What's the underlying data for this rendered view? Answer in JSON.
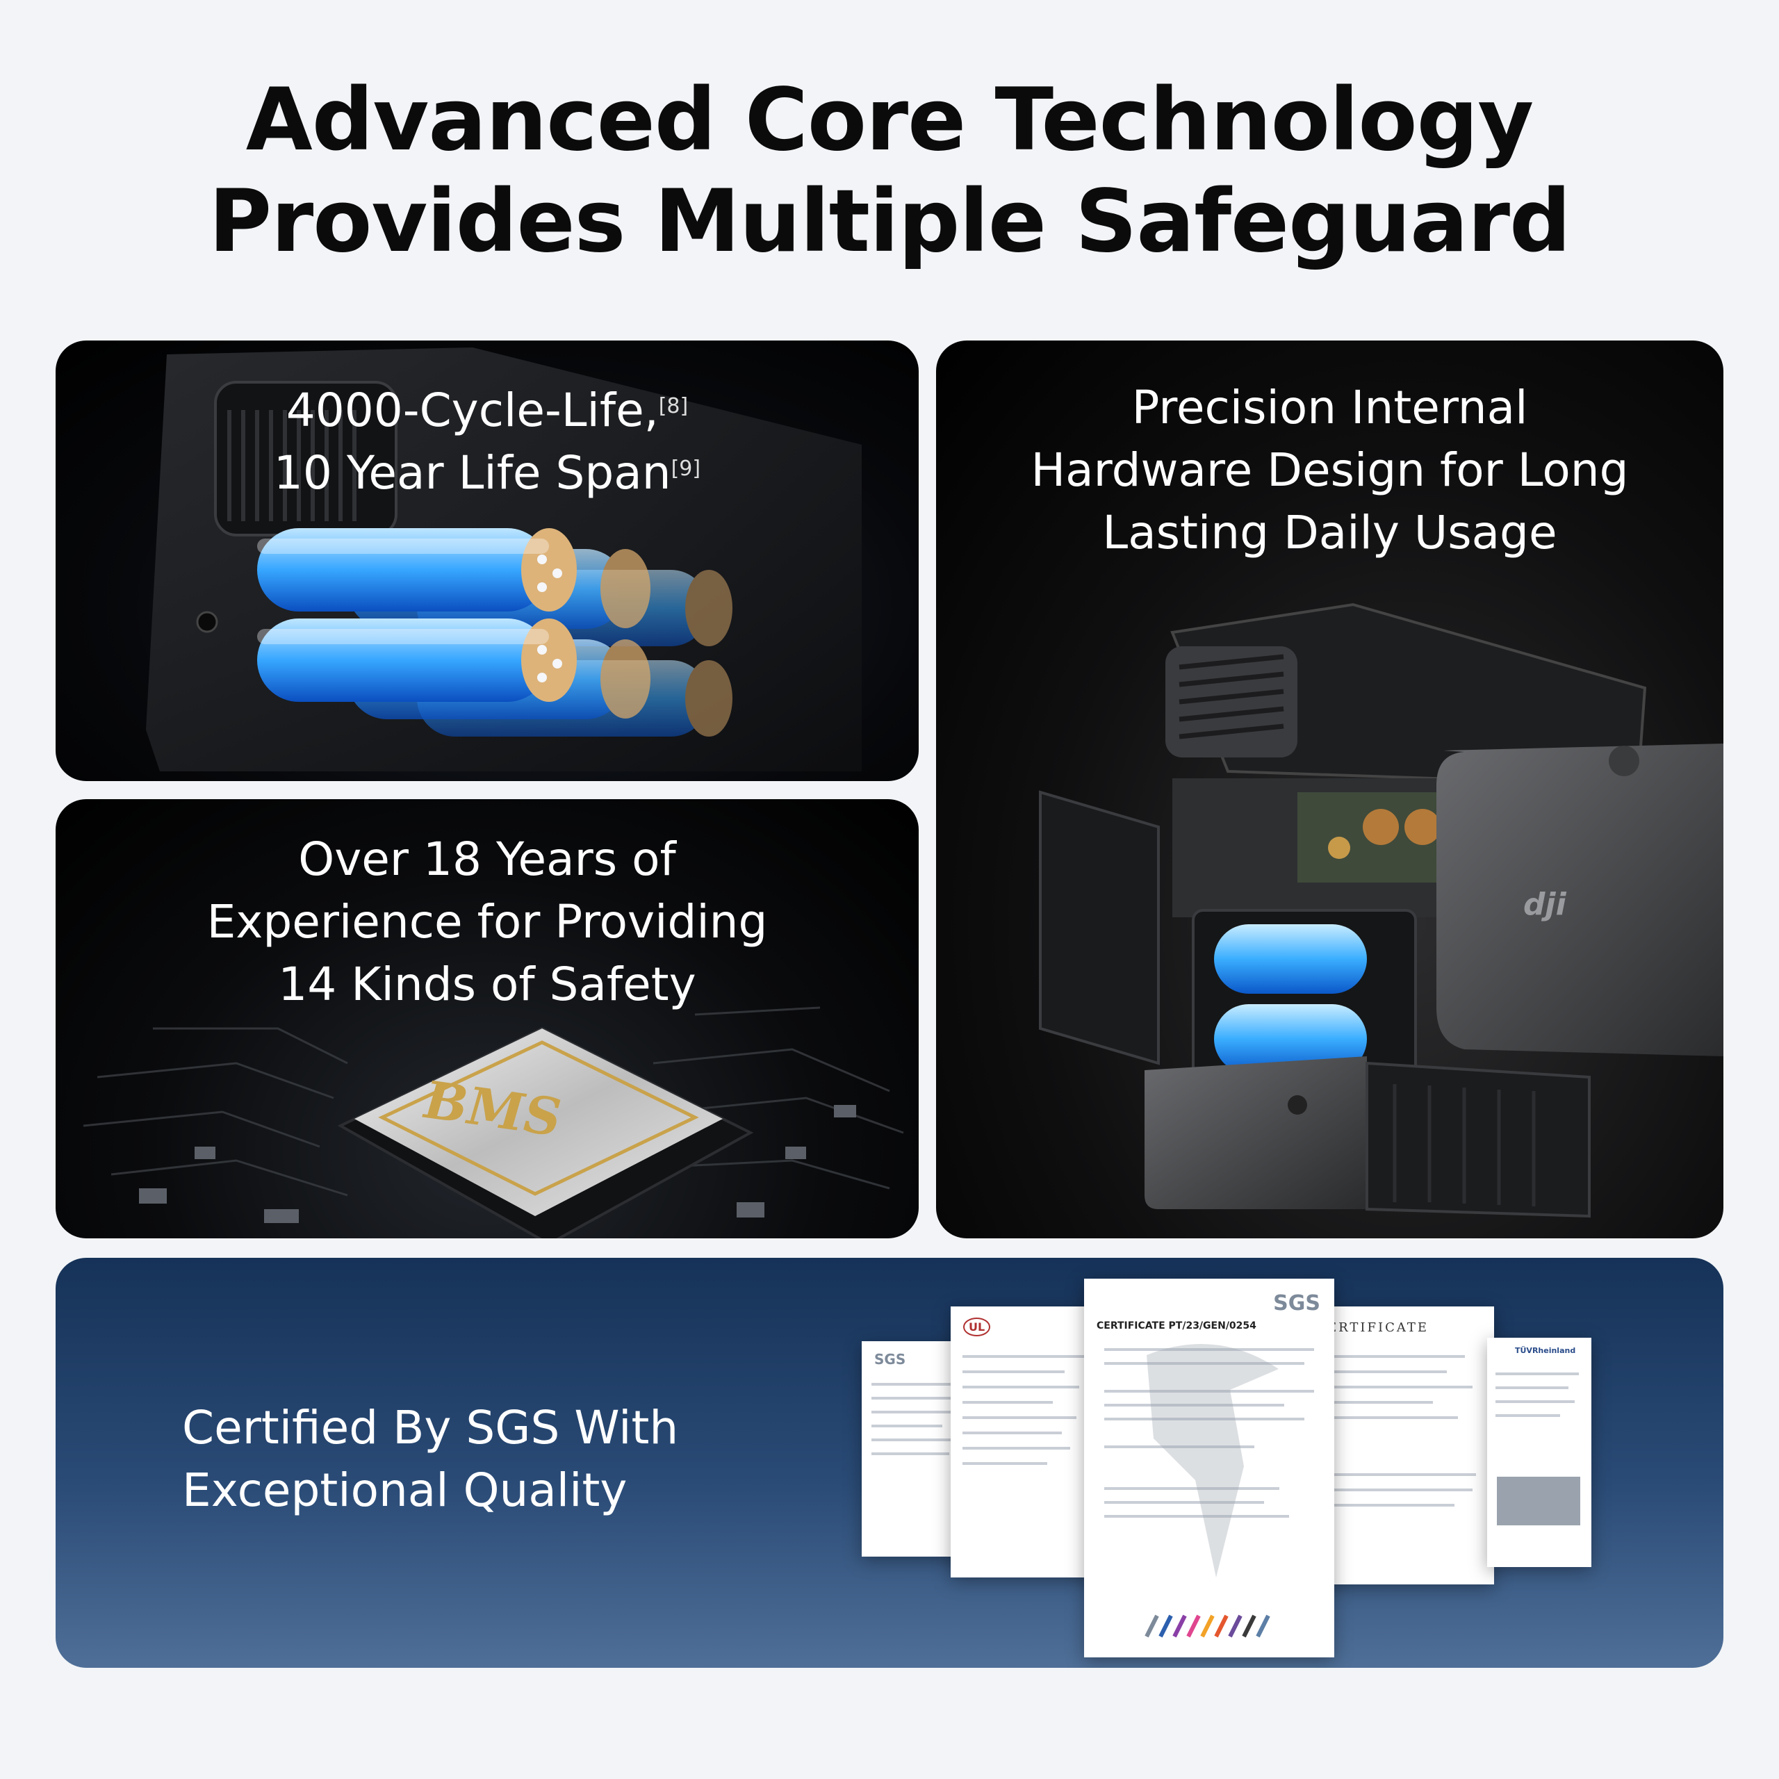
{
  "headline": {
    "line1": "Advanced Core Technology",
    "line2": "Provides Multiple Safeguard"
  },
  "cards": {
    "battery": {
      "line1": "4000-Cycle-Life,",
      "line1_note": "[8]",
      "line2": "10 Year Life Span",
      "line2_note": "[9]"
    },
    "bms": {
      "line1": "Over 18 Years of",
      "line2": "Experience for Providing",
      "line3": "14 Kinds of Safety",
      "chip_label": "BMS"
    },
    "hardware": {
      "line1": "Precision Internal",
      "line2": "Hardware Design for Long",
      "line3": "Lasting Daily Usage",
      "brand_mark": "dji"
    },
    "certification": {
      "line1": "Certified By SGS With",
      "line2": "Exceptional Quality",
      "doc_main_title": "CERTIFICATE  PT/23/GEN/0254",
      "doc_main_logo": "SGS",
      "doc_right_title": "ERTIFICATE",
      "doc_ul_logo": "UL",
      "doc_tuv_logo": "TÜVRheinland",
      "doc_left_logo": "SGS"
    }
  },
  "colors": {
    "page_bg": "#f2f4f7",
    "headline": "#0b0b0b",
    "card_dark": "#000000",
    "cert_bg_top": "#163258",
    "cert_bg_bottom": "#4f6f98",
    "cell_blue": "#2fa8ff",
    "chip_gold": "#c9a24a"
  }
}
